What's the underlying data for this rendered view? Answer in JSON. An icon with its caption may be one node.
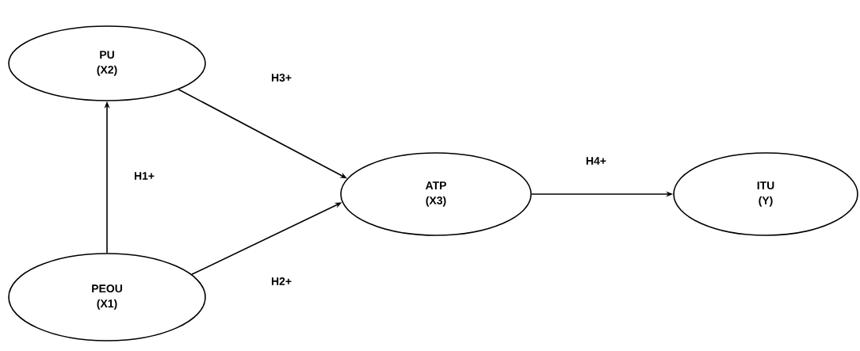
{
  "diagram": {
    "nodes": [
      {
        "text": [
          "PU",
          "(X2)"
        ]
      },
      {
        "text": [
          "PEOU",
          "(X1)"
        ]
      },
      {
        "text": [
          "ATP",
          "(X3)"
        ]
      },
      {
        "text": [
          "ITU",
          "(Y)"
        ]
      }
    ],
    "edges": [
      {
        "from": 1,
        "to": 0,
        "arrow": "to",
        "label": "H1+"
      },
      {
        "from": 0,
        "to": 2,
        "arrow": "to",
        "label": "H3+"
      },
      {
        "from": 1,
        "to": 2,
        "arrow": "to",
        "label": "H2+"
      },
      {
        "from": 2,
        "to": 3,
        "arrow": "to",
        "label": "H4+"
      }
    ]
  }
}
